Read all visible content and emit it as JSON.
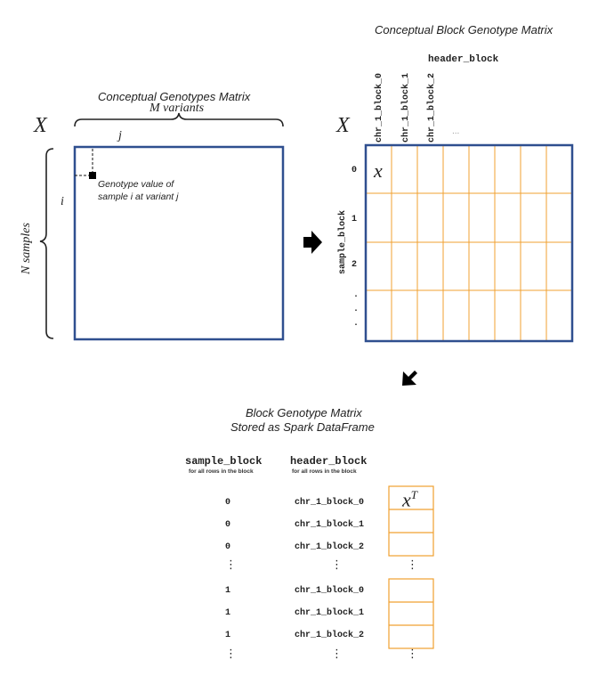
{
  "left_panel": {
    "title": "Conceptual Genotypes Matrix",
    "matrix_symbol": "X",
    "columns_label": "M variants",
    "rows_label": "N samples",
    "row_index": "i",
    "col_index": "j",
    "cell_annotation_line1": "Genotype value of",
    "cell_annotation_line2": "sample i at variant j"
  },
  "right_panel": {
    "title": "Conceptual Block Genotype Matrix",
    "matrix_symbol": "X",
    "header_label": "header_block",
    "row_label": "sample_block",
    "column_headers": [
      "chr_1_block_0",
      "chr_1_block_1",
      "chr_1_block_2"
    ],
    "more_columns": "...",
    "row_headers": [
      "0",
      "1",
      "2"
    ],
    "more_rows": [
      ".",
      ".",
      "."
    ],
    "block_symbol": "x"
  },
  "bottom_panel": {
    "title_line1": "Block Genotype Matrix",
    "title_line2": "Stored as Spark DataFrame",
    "col1_header": "sample_block",
    "col1_sub": "for all rows in the block",
    "col2_header": "header_block",
    "col2_sub": "for all rows in the block",
    "cell_symbol": "x",
    "cell_superscript": "T",
    "rows": [
      {
        "sample_block": "0",
        "header_block": "chr_1_block_0"
      },
      {
        "sample_block": "0",
        "header_block": "chr_1_block_1"
      },
      {
        "sample_block": "0",
        "header_block": "chr_1_block_2"
      },
      {
        "sample_block": "1",
        "header_block": "chr_1_block_0"
      },
      {
        "sample_block": "1",
        "header_block": "chr_1_block_1"
      },
      {
        "sample_block": "1",
        "header_block": "chr_1_block_2"
      }
    ],
    "ellipsis": "⋮"
  },
  "colors": {
    "matrix_border": "#2f4f8f",
    "block_grid": "#f0a030",
    "arrow": "#000000"
  }
}
